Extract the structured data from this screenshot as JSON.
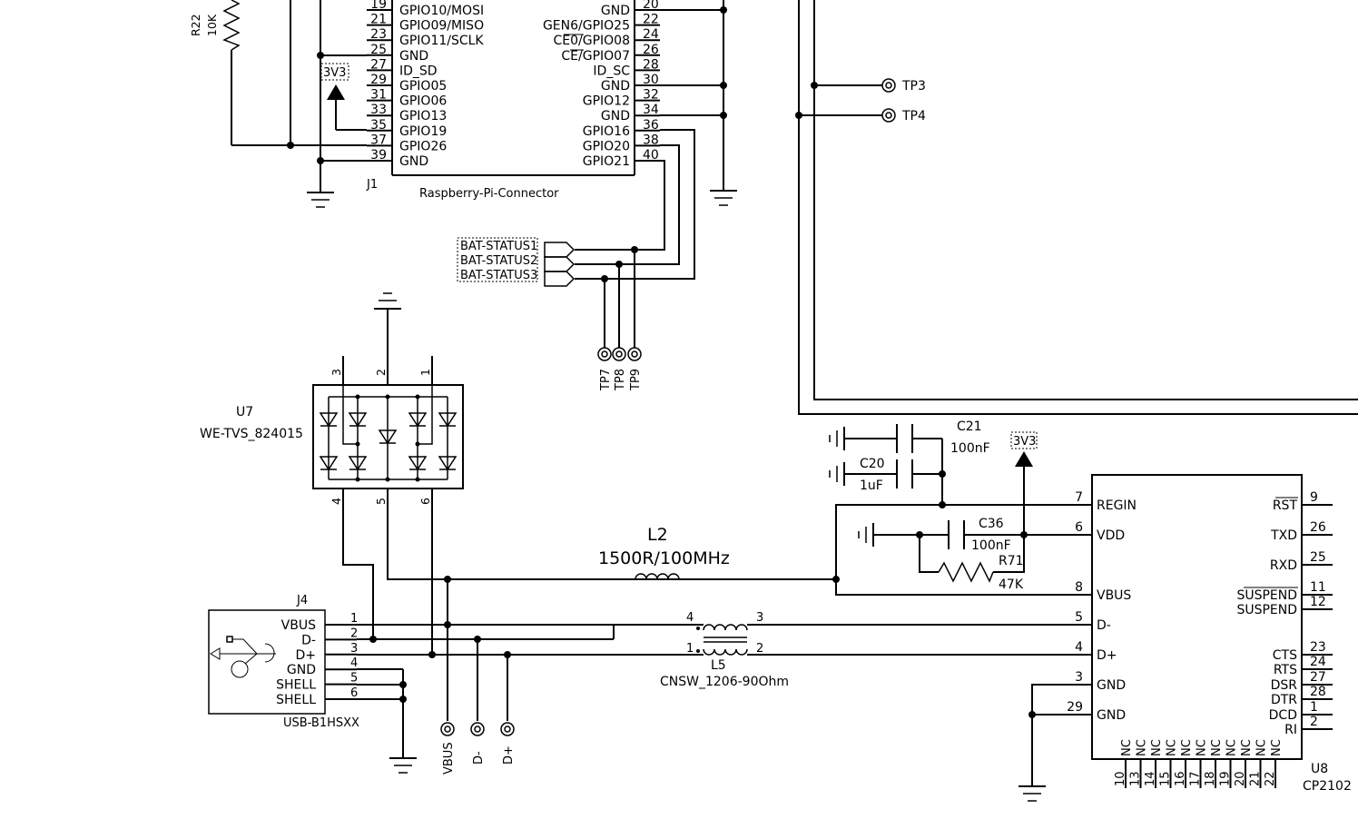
{
  "j1": {
    "ref": "J1",
    "name": "Raspberry-Pi-Connector",
    "left_pins": [
      {
        "num": "19",
        "label": "GPIO10/MOSI"
      },
      {
        "num": "21",
        "label": "GPIO09/MISO"
      },
      {
        "num": "23",
        "label": "GPIO11/SCLK"
      },
      {
        "num": "25",
        "label": "GND"
      },
      {
        "num": "27",
        "label": "ID_SD"
      },
      {
        "num": "29",
        "label": "GPIO05"
      },
      {
        "num": "31",
        "label": "GPIO06"
      },
      {
        "num": "33",
        "label": "GPIO13"
      },
      {
        "num": "35",
        "label": "GPIO19"
      },
      {
        "num": "37",
        "label": "GPIO26"
      },
      {
        "num": "39",
        "label": "GND"
      }
    ],
    "right_pins": [
      {
        "num": "20",
        "label": "GND"
      },
      {
        "num": "22",
        "label": "GEN6/GPIO25"
      },
      {
        "num": "24",
        "label": "CE0/GPIO08"
      },
      {
        "num": "26",
        "label": "CE/GPIO07"
      },
      {
        "num": "28",
        "label": "ID_SC"
      },
      {
        "num": "30",
        "label": "GND"
      },
      {
        "num": "32",
        "label": "GPIO12"
      },
      {
        "num": "34",
        "label": "GND"
      },
      {
        "num": "36",
        "label": "GPIO16"
      },
      {
        "num": "38",
        "label": "GPIO20"
      },
      {
        "num": "40",
        "label": "GPIO21"
      }
    ]
  },
  "r22": {
    "ref": "R22",
    "value": "10K"
  },
  "power_labels": {
    "v3v3_a": "3V3",
    "v3v3_b": "3V3"
  },
  "bat_status": [
    "BAT-STATUS1",
    "BAT-STATUS2",
    "BAT-STATUS3"
  ],
  "test_points": {
    "tp3": "TP3",
    "tp4": "TP4",
    "tp7": "TP7",
    "tp8": "TP8",
    "tp9": "TP9",
    "vbus": "VBUS",
    "dminus": "D-",
    "dplus": "D+"
  },
  "u7": {
    "ref": "U7",
    "name": "WE-TVS_824015",
    "top_pins": [
      "3",
      "2",
      "1"
    ],
    "bottom_pins": [
      "4",
      "5",
      "6"
    ]
  },
  "j4": {
    "ref": "J4",
    "name": "USB-B1HSXX",
    "pins": [
      {
        "num": "1",
        "label": "VBUS"
      },
      {
        "num": "2",
        "label": "D-"
      },
      {
        "num": "3",
        "label": "D+"
      },
      {
        "num": "4",
        "label": "GND"
      },
      {
        "num": "5",
        "label": "SHELL"
      },
      {
        "num": "6",
        "label": "SHELL"
      }
    ]
  },
  "l2": {
    "ref": "L2",
    "value": "1500R/100MHz"
  },
  "l5": {
    "ref": "L5",
    "value": "CNSW_1206-90Ohm",
    "pins": [
      "4",
      "3",
      "1",
      "2"
    ]
  },
  "c21": {
    "ref": "C21",
    "value": "100nF"
  },
  "c20": {
    "ref": "C20",
    "value": "1uF"
  },
  "c36": {
    "ref": "C36",
    "value": "100nF"
  },
  "r71": {
    "ref": "R71",
    "value": "47K"
  },
  "u8": {
    "ref": "U8",
    "name": "CP2102",
    "left_pins": [
      {
        "num": "7",
        "label": "REGIN"
      },
      {
        "num": "6",
        "label": "VDD"
      },
      {
        "num": "8",
        "label": "VBUS"
      },
      {
        "num": "5",
        "label": "D-"
      },
      {
        "num": "4",
        "label": "D+"
      },
      {
        "num": "3",
        "label": "GND"
      },
      {
        "num": "29",
        "label": "GND"
      }
    ],
    "right_pins": [
      {
        "num": "9",
        "label": "RST"
      },
      {
        "num": "26",
        "label": "TXD"
      },
      {
        "num": "25",
        "label": "RXD"
      },
      {
        "num": "11",
        "label": "SUSPEND"
      },
      {
        "num": "12",
        "label": "SUSPEND"
      },
      {
        "num": "23",
        "label": "CTS"
      },
      {
        "num": "24",
        "label": "RTS"
      },
      {
        "num": "27",
        "label": "DSR"
      },
      {
        "num": "28",
        "label": "DTR"
      },
      {
        "num": "1",
        "label": "DCD"
      },
      {
        "num": "2",
        "label": "RI"
      }
    ],
    "bottom_nc_label": "NC",
    "bottom_pins": [
      "10",
      "13",
      "14",
      "15",
      "16",
      "17",
      "18",
      "19",
      "20",
      "21",
      "22"
    ]
  }
}
